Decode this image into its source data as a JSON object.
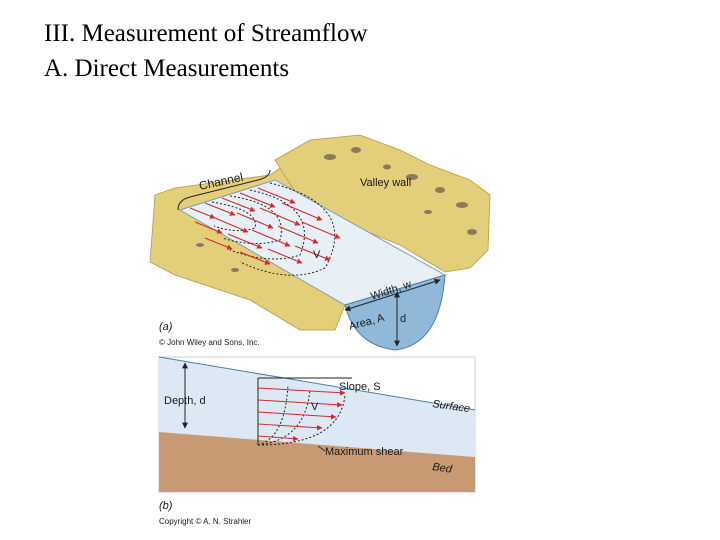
{
  "slide": {
    "title_line1": "III. Measurement of Streamflow",
    "title_line2": "A. Direct Measurements"
  },
  "figure_a": {
    "panel_label": "(a)",
    "copyright": "© John Wiley and Sons, Inc.",
    "labels": {
      "channel": "Channel",
      "valley_wall": "Valley wall",
      "velocity": "V",
      "width": "Width, w",
      "area": "Area, A",
      "depth": "d"
    }
  },
  "figure_b": {
    "panel_label": "(b)",
    "copyright": "Copyright © A. N. Strahler",
    "labels": {
      "depth": "Depth, d",
      "slope": "Slope, S",
      "velocity": "V",
      "surface": "Surface",
      "max_shear": "Maximum shear",
      "bed": "Bed"
    }
  },
  "colors": {
    "water": "#dce9f5",
    "water_deep": "#8fb8d9",
    "bank": "#e3cf7a",
    "bed": "#c79a74",
    "arrow": "#d42a2a"
  }
}
